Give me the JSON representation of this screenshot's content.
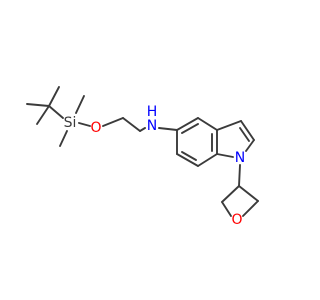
{
  "atom_labels": {
    "si": "Si",
    "o_ether": "O",
    "nh_h": "H",
    "nh_n": "N",
    "n_indole": "N",
    "o_oxetane": "O"
  },
  "colors": {
    "bond": "#3b3b3b",
    "carbon_label": "#3b3b3b",
    "silicon": "#3b3b3b",
    "oxygen": "#ff0000",
    "nitrogen": "#0000ff"
  }
}
